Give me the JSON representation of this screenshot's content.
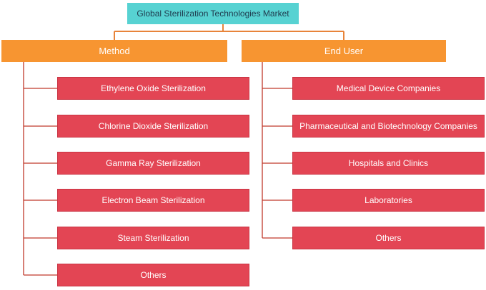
{
  "diagram": {
    "root": "Global Sterilization Technologies Market",
    "categories": [
      {
        "label": "Method",
        "items": [
          "Ethylene Oxide Sterilization",
          "Chlorine Dioxide Sterilization",
          "Gamma Ray Sterilization",
          "Electron Beam Sterilization",
          "Steam Sterilization",
          "Others"
        ]
      },
      {
        "label": "End User",
        "items": [
          "Medical Device Companies",
          "Pharmaceutical and Biotechnology Companies",
          "Hospitals and Clinics",
          "Laboratories",
          "Others"
        ]
      }
    ],
    "colors": {
      "root_fill": "#57d2d2",
      "root_text": "#1f3a4d",
      "category_fill": "#f79531",
      "leaf_fill": "#e34554",
      "connector": "#e8843a",
      "branch_line": "#c0392b"
    }
  }
}
